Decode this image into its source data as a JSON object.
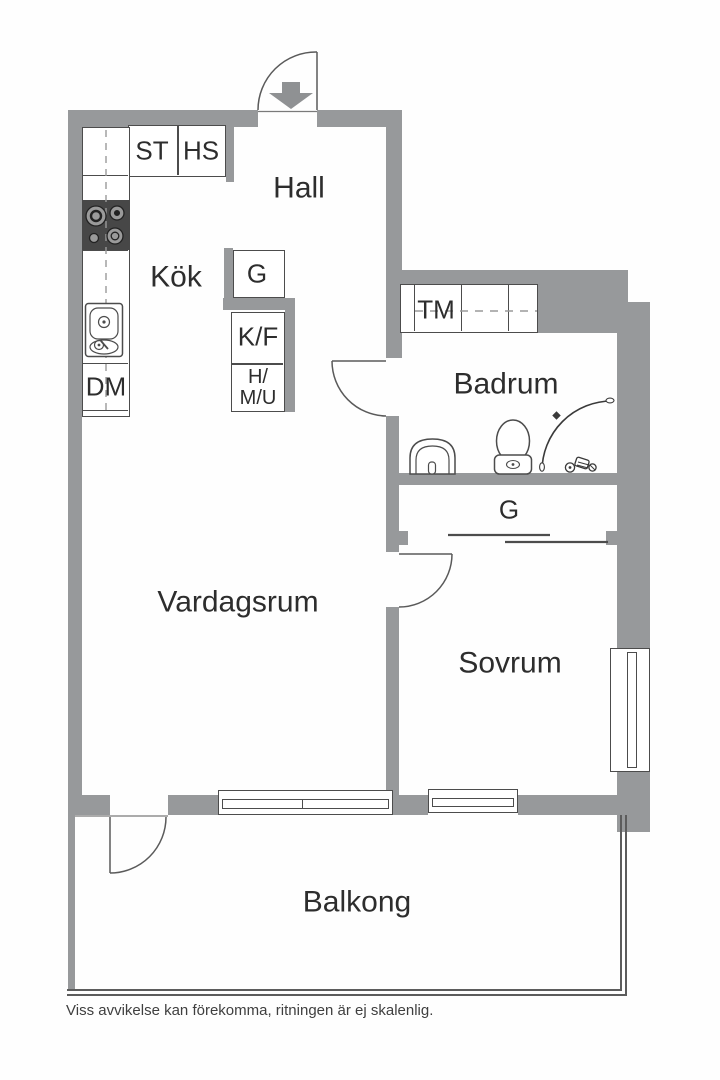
{
  "floorplan": {
    "rooms": {
      "hall": "Hall",
      "kitchen": "Kök",
      "bathroom": "Badrum",
      "living_room": "Vardagsrum",
      "bedroom": "Sovrum",
      "balcony": "Balkong"
    },
    "labels": {
      "st": "ST",
      "hs": "HS",
      "hall_closet": "G",
      "fridge_freezer": "K/F",
      "hmu_top": "H/",
      "hmu_bottom": "M/U",
      "dishwasher": "DM",
      "washing_machine": "TM",
      "bedroom_closet": "G"
    },
    "disclaimer": "Viss avvikelse kan förekomma, ritningen är ej skalenlig.",
    "colors": {
      "wall": "#97999b",
      "outline": "#4c4c4c",
      "text": "#2d2d2d",
      "arrow": "#8f9193",
      "stove": "#474747"
    }
  }
}
